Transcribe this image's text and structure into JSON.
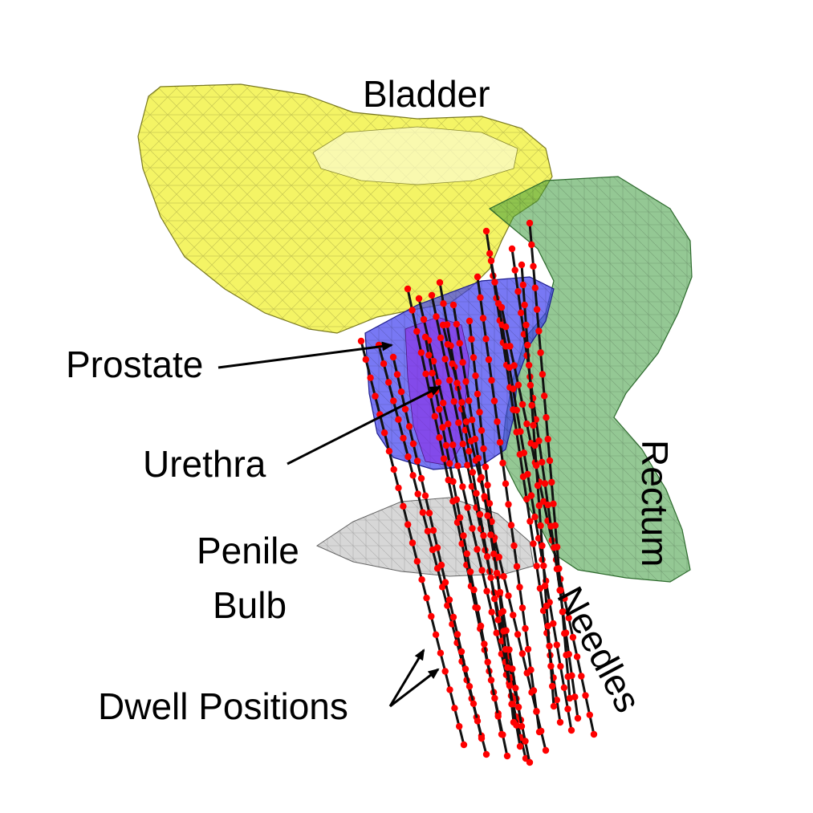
{
  "labels": {
    "bladder": "Bladder",
    "prostate": "Prostate",
    "urethra": "Urethra",
    "penile_line1": "Penile",
    "penile_line2": "Bulb",
    "rectum": "Rectum",
    "needles": "Needles",
    "dwell": "Dwell Positions"
  },
  "colors": {
    "bladder": "#f2f24a",
    "prostate": "#3f3ff0",
    "urethra": "#8a2be2",
    "rectum": "#3c9a3c",
    "penile_bulb": "#bdbdbd",
    "needle": "#111111",
    "dwell": "#ff0000"
  }
}
